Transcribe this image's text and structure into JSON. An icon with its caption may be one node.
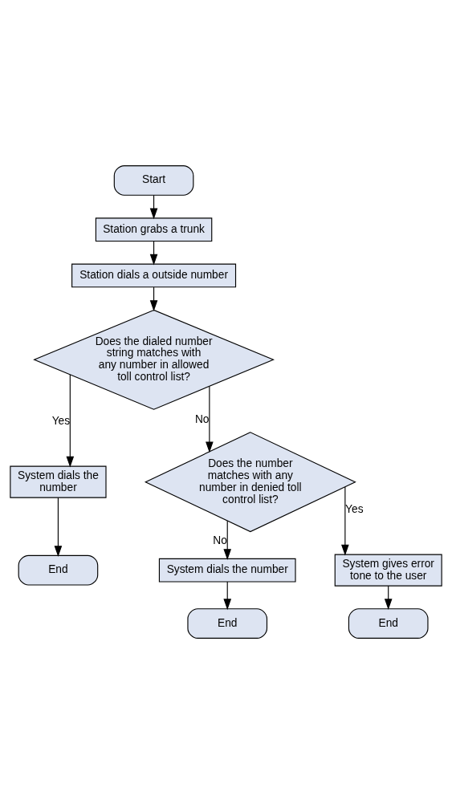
{
  "diagram": {
    "nodes": [
      {
        "text": [
          "Start"
        ]
      },
      {
        "text": [
          "Station grabs a trunk"
        ]
      },
      {
        "text": [
          "Station dials a outside number"
        ]
      },
      {
        "text": [
          "Does the dialed number string matches with any number in allowed toll control list?"
        ]
      },
      {
        "text": [
          "System dials the number"
        ]
      },
      {
        "text": [
          "End"
        ]
      },
      {
        "text": [
          "Does the number matches with any number in denied toll control list?"
        ]
      },
      {
        "text": [
          "System dials the number"
        ]
      },
      {
        "text": [
          "System gives error tone to the user"
        ]
      },
      {
        "text": [
          "End"
        ]
      },
      {
        "text": [
          "End"
        ]
      }
    ],
    "edges": [
      {
        "from": 0,
        "to": 1,
        "arrow": "to"
      },
      {
        "from": 1,
        "to": 2,
        "arrow": "to"
      },
      {
        "from": 2,
        "to": 3,
        "arrow": "to"
      },
      {
        "from": 3,
        "to": 4,
        "arrow": "to",
        "label": "Yes"
      },
      {
        "from": 4,
        "to": 5,
        "arrow": "to"
      },
      {
        "from": 3,
        "to": 6,
        "arrow": "to",
        "label": "No"
      },
      {
        "from": 6,
        "to": 8,
        "arrow": "to",
        "label": "Yes"
      },
      {
        "from": 6,
        "to": 7,
        "arrow": "to",
        "label": "No"
      },
      {
        "from": 7,
        "to": 9,
        "arrow": "to"
      },
      {
        "from": 8,
        "to": 10,
        "arrow": "to"
      }
    ]
  }
}
